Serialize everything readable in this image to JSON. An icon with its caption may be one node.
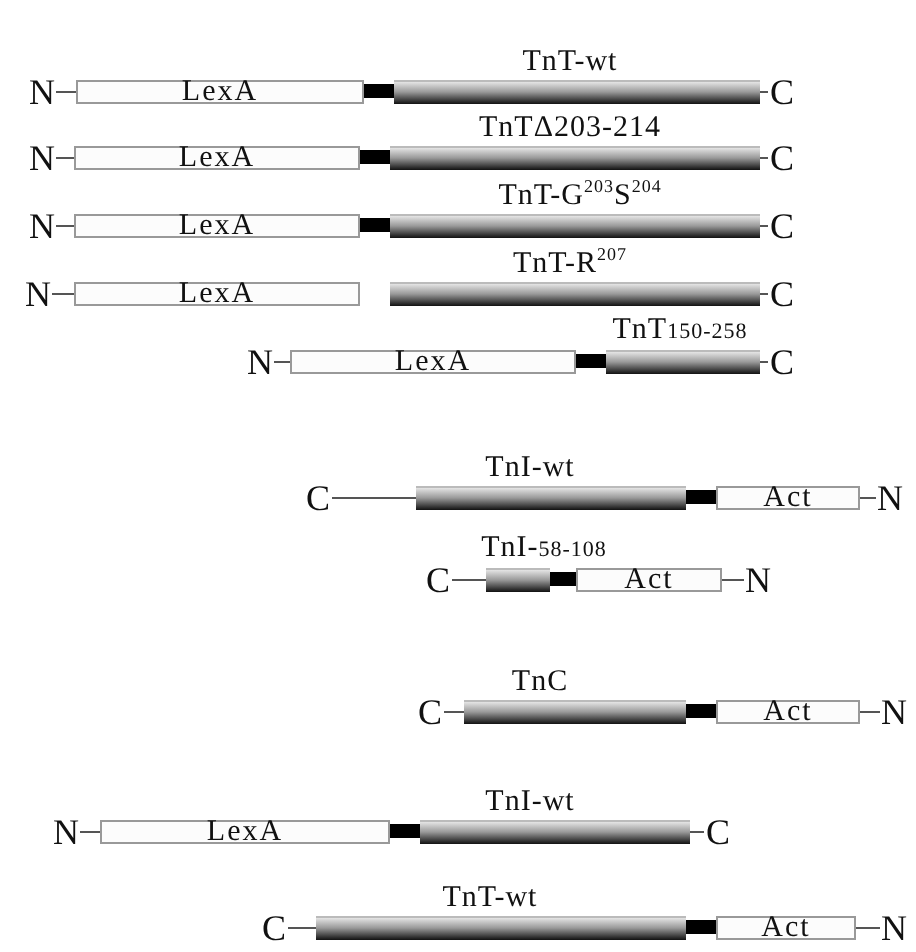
{
  "diagram": {
    "nodes": [
      {
        "text": [
          "N"
        ]
      },
      {
        "text": [
          "LexA"
        ]
      },
      {
        "text": [
          "TnT-wt"
        ]
      },
      {
        "text": [
          "C"
        ]
      },
      {
        "text": [
          "N"
        ]
      },
      {
        "text": [
          "LexA"
        ]
      },
      {
        "text": [
          "TnTΔ203-214"
        ]
      },
      {
        "text": [
          "C"
        ]
      },
      {
        "text": [
          "N"
        ]
      },
      {
        "text": [
          "LexA"
        ]
      },
      {
        "text": [
          "TnT-G$^{203}$S$^{204}$"
        ]
      },
      {
        "text": [
          "C"
        ]
      },
      {
        "text": [
          "N"
        ]
      },
      {
        "text": [
          "LexA"
        ]
      },
      {
        "text": [
          "TnT-R$^{207}$"
        ]
      },
      {
        "text": [
          "C"
        ]
      },
      {
        "text": [
          "N"
        ]
      },
      {
        "text": [
          "LexA"
        ]
      },
      {
        "text": [
          "TnT$_{150-258}$"
        ]
      },
      {
        "text": [
          "C"
        ]
      },
      {
        "text": [
          "C"
        ]
      },
      {
        "text": [
          "TnI-wt"
        ]
      },
      {
        "text": [
          "Act"
        ]
      },
      {
        "text": [
          "N"
        ]
      },
      {
        "text": [
          "C"
        ]
      },
      {
        "text": [
          "TnI-$_{58-108}$"
        ]
      },
      {
        "text": [
          "Act"
        ]
      },
      {
        "text": [
          "N"
        ]
      },
      {
        "text": [
          "C"
        ]
      },
      {
        "text": [
          "TnC"
        ]
      },
      {
        "text": [
          "Act"
        ]
      },
      {
        "text": [
          "N"
        ]
      },
      {
        "text": [
          "N"
        ]
      },
      {
        "text": [
          "LexA"
        ]
      },
      {
        "text": [
          "TnI-wt"
        ]
      },
      {
        "text": [
          "C"
        ]
      },
      {
        "text": [
          "C"
        ]
      },
      {
        "text": [
          "TnT-wt"
        ]
      },
      {
        "text": [
          "Act"
        ]
      },
      {
        "text": [
          "N"
        ]
      }
    ],
    "edges": [
      {
        "from": 0,
        "to": 1,
        "arrow": "none"
      },
      {
        "from": 2,
        "to": 3,
        "arrow": "none"
      },
      {
        "from": 4,
        "to": 5,
        "arrow": "none"
      },
      {
        "from": 6,
        "to": 7,
        "arrow": "none"
      },
      {
        "from": 8,
        "to": 9,
        "arrow": "none"
      },
      {
        "from": 10,
        "to": 11,
        "arrow": "none"
      },
      {
        "from": 12,
        "to": 13,
        "arrow": "none"
      },
      {
        "from": 14,
        "to": 15,
        "arrow": "none"
      },
      {
        "from": 16,
        "to": 17,
        "arrow": "none"
      },
      {
        "from": 18,
        "to": 19,
        "arrow": "none"
      },
      {
        "from": 20,
        "to": 21,
        "arrow": "none"
      },
      {
        "from": 22,
        "to": 23,
        "arrow": "none"
      },
      {
        "from": 24,
        "to": 25,
        "arrow": "none"
      },
      {
        "from": 26,
        "to": 27,
        "arrow": "none"
      },
      {
        "from": 28,
        "to": 29,
        "arrow": "none"
      },
      {
        "from": 30,
        "to": 31,
        "arrow": "none"
      },
      {
        "from": 32,
        "to": 33,
        "arrow": "none"
      },
      {
        "from": 34,
        "to": 35,
        "arrow": "none"
      },
      {
        "from": 36,
        "to": 37,
        "arrow": "none"
      },
      {
        "from": 38,
        "to": 39,
        "arrow": "none"
      }
    ]
  }
}
